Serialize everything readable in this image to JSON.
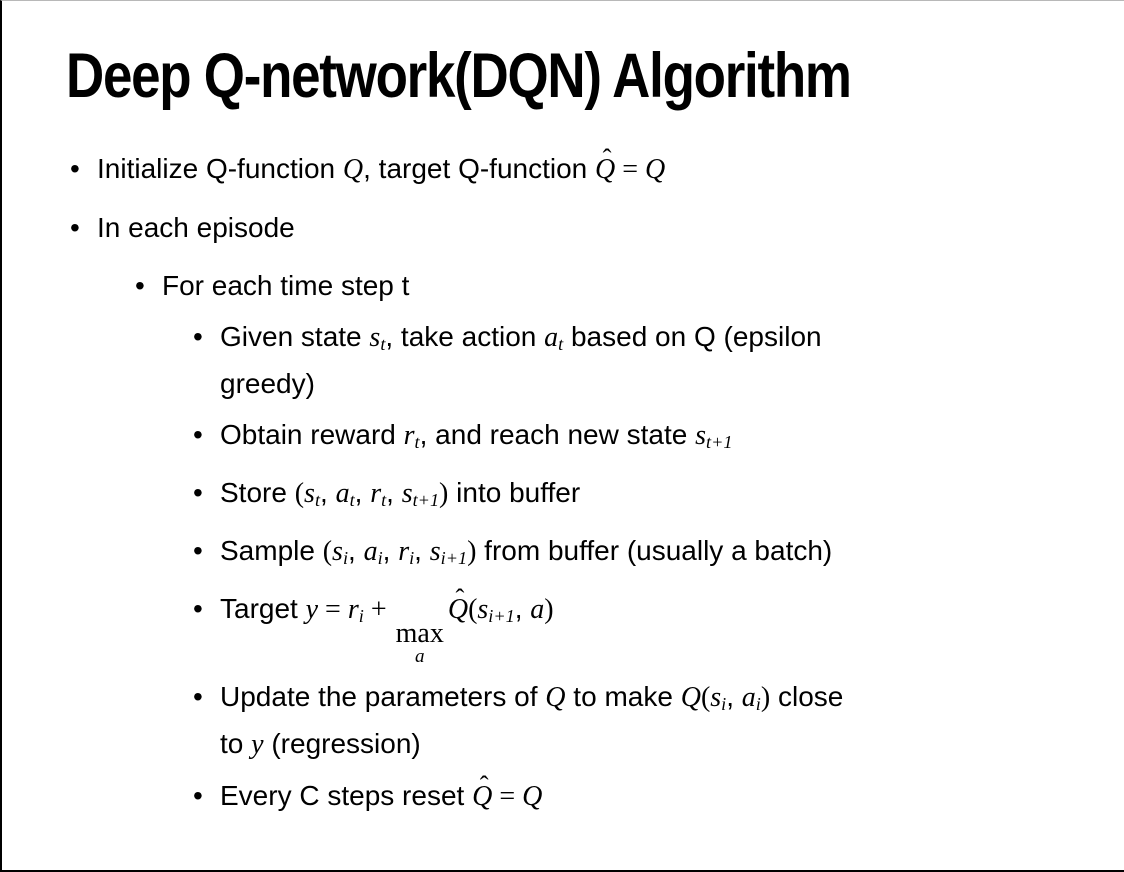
{
  "slide": {
    "title": "Deep Q-network(DQN) Algorithm",
    "bullet_char": "•",
    "bullets": [
      {
        "level": 1,
        "lines": [
          [
            {
              "t": "Initialize Q-function "
            },
            {
              "m": "Q"
            },
            {
              "t": ", target Q-function "
            },
            {
              "m": "Q",
              "hat": true
            },
            {
              "r": " = "
            },
            {
              "m": "Q"
            }
          ]
        ]
      },
      {
        "level": 1,
        "lines": [
          [
            {
              "t": "In each episode"
            }
          ]
        ]
      },
      {
        "level": 2,
        "lines": [
          [
            {
              "t": "For each time step t"
            }
          ]
        ]
      },
      {
        "level": 3,
        "lines": [
          [
            {
              "t": "Given state "
            },
            {
              "m": "s",
              "sub": "t"
            },
            {
              "t": ", take action "
            },
            {
              "m": "a",
              "sub": "t"
            },
            {
              "t": " based on Q (epsilon"
            }
          ],
          [
            {
              "t": "greedy)"
            }
          ]
        ]
      },
      {
        "level": 3,
        "lines": [
          [
            {
              "t": "Obtain reward "
            },
            {
              "m": "r",
              "sub": "t"
            },
            {
              "t": ", and reach new state "
            },
            {
              "m": "s",
              "sub": "t+1"
            }
          ]
        ]
      },
      {
        "level": 3,
        "lines": [
          [
            {
              "t": "Store "
            },
            {
              "r": "("
            },
            {
              "m": "s",
              "sub": "t"
            },
            {
              "t": ", "
            },
            {
              "m": "a",
              "sub": "t"
            },
            {
              "t": ", "
            },
            {
              "m": "r",
              "sub": "t"
            },
            {
              "t": ", "
            },
            {
              "m": "s",
              "sub": "t+1"
            },
            {
              "r": ")"
            },
            {
              "t": " into buffer"
            }
          ]
        ]
      },
      {
        "level": 3,
        "lines": [
          [
            {
              "t": "Sample "
            },
            {
              "r": "("
            },
            {
              "m": "s",
              "sub": "i"
            },
            {
              "t": ", "
            },
            {
              "m": "a",
              "sub": "i"
            },
            {
              "t": ", "
            },
            {
              "m": "r",
              "sub": "i"
            },
            {
              "t": ", "
            },
            {
              "m": "s",
              "sub": "i+1"
            },
            {
              "r": ")"
            },
            {
              "t": " from buffer (usually a batch)"
            }
          ]
        ]
      },
      {
        "level": 3,
        "lines": [
          [
            {
              "t": "Target "
            },
            {
              "m": "y"
            },
            {
              "r": " = "
            },
            {
              "m": "r",
              "sub": "i"
            },
            {
              "r": " + "
            },
            {
              "max": "max",
              "under": "a"
            },
            {
              "m": "Q",
              "hat": true
            },
            {
              "r": "("
            },
            {
              "m": "s",
              "sub": "i+1"
            },
            {
              "t": ", "
            },
            {
              "m": "a"
            },
            {
              "r": ")"
            }
          ]
        ]
      },
      {
        "level": 3,
        "lines": [
          [
            {
              "t": "Update the parameters of "
            },
            {
              "m": "Q"
            },
            {
              "t": " to make "
            },
            {
              "m": "Q"
            },
            {
              "r": "("
            },
            {
              "m": "s",
              "sub": "i"
            },
            {
              "t": ", "
            },
            {
              "m": "a",
              "sub": "i"
            },
            {
              "r": ")"
            },
            {
              "t": " close"
            }
          ],
          [
            {
              "t": "to "
            },
            {
              "m": "y"
            },
            {
              "t": " (regression)"
            }
          ]
        ]
      },
      {
        "level": 3,
        "lines": [
          [
            {
              "t": "Every C steps reset "
            },
            {
              "m": "Q",
              "hat": true
            },
            {
              "r": " = "
            },
            {
              "m": "Q"
            }
          ]
        ]
      }
    ]
  }
}
